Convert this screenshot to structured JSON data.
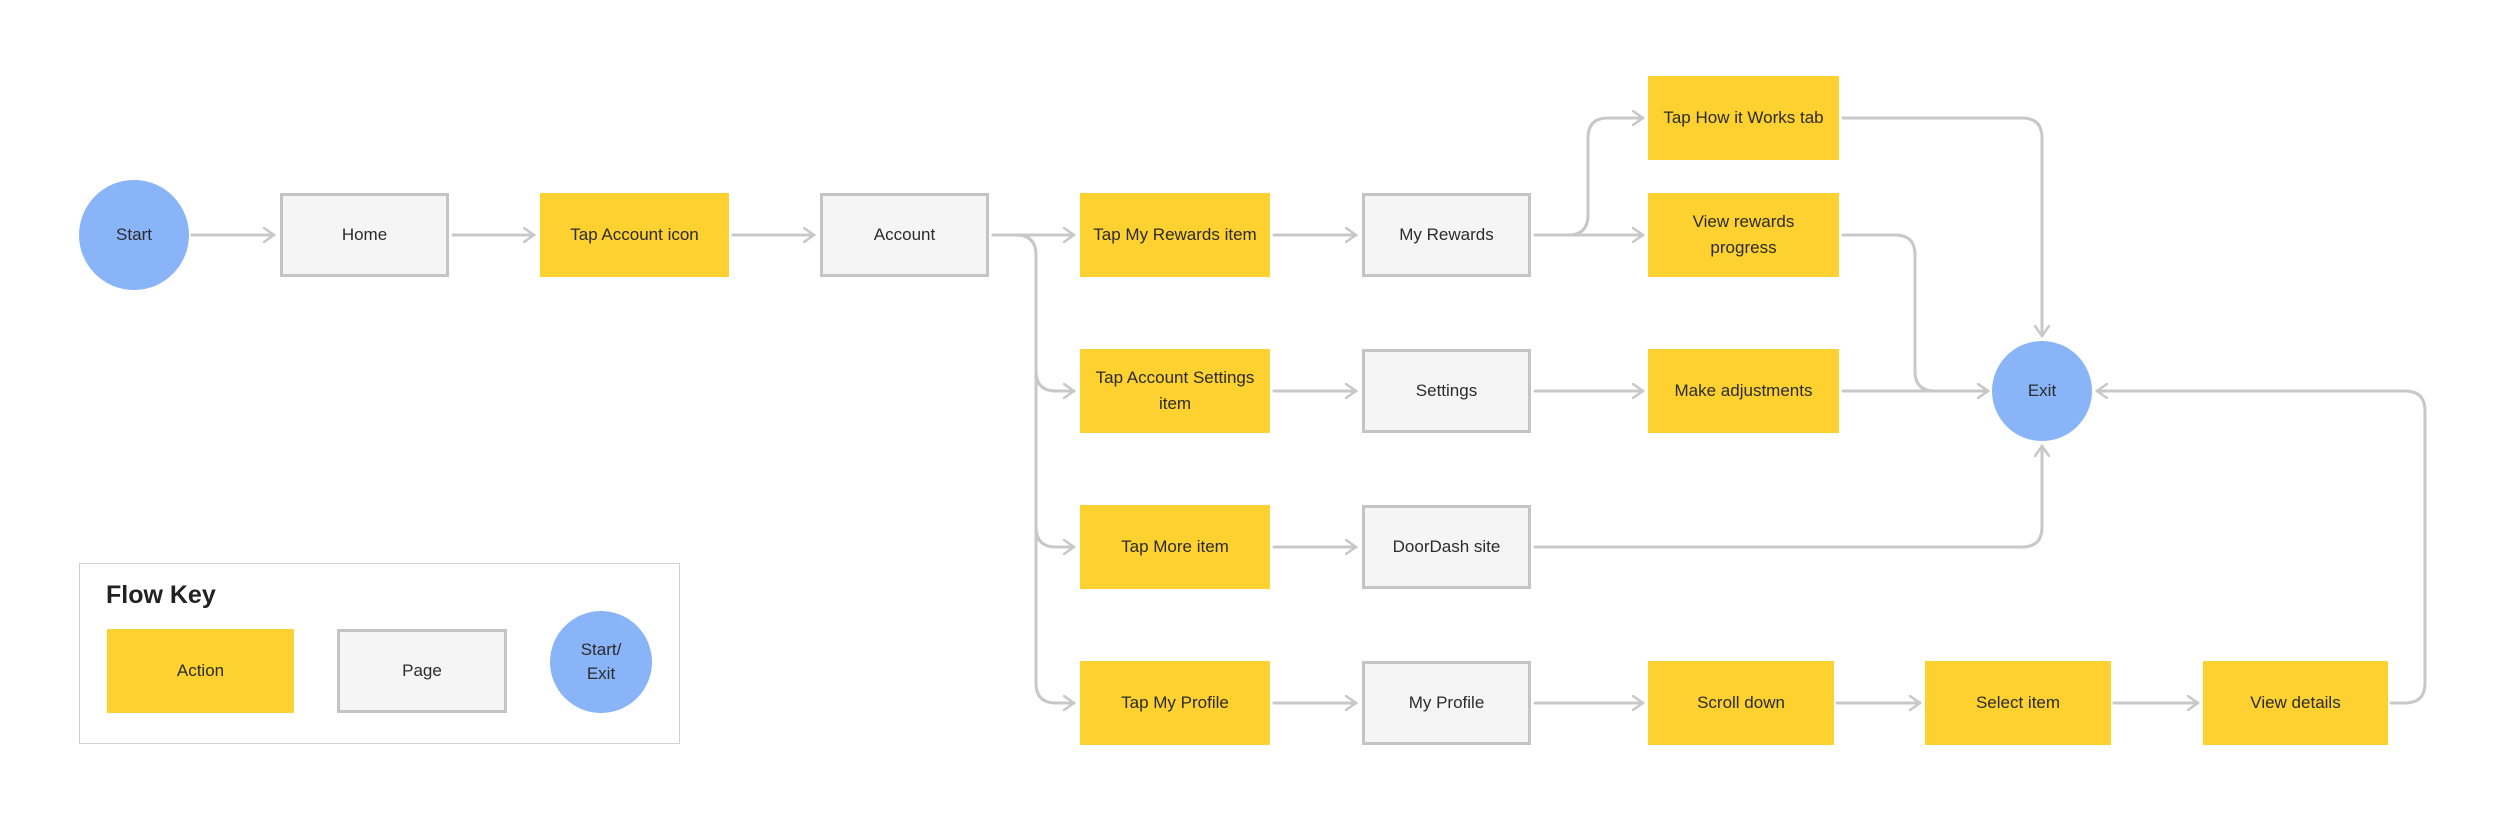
{
  "colors": {
    "action": "#fdd12f",
    "page_fill": "#f5f5f5",
    "page_border": "#c4c4c4",
    "terminal": "#8ab4f8",
    "connector": "#c8c8c8"
  },
  "nodes": {
    "start": "Start",
    "home": "Home",
    "tap_account_icon": "Tap Account icon",
    "account": "Account",
    "tap_my_rewards_item": "Tap My Rewards item",
    "my_rewards": "My Rewards",
    "tap_how_it_works_tab": "Tap How it Works tab",
    "view_rewards_progress": "View rewards progress",
    "tap_account_settings_item": "Tap Account Settings item",
    "settings": "Settings",
    "make_adjustments": "Make adjustments",
    "tap_more_item": "Tap More item",
    "doordash_site": "DoorDash site",
    "tap_my_profile": "Tap My Profile",
    "my_profile": "My Profile",
    "scroll_down": "Scroll down",
    "select_item": "Select item",
    "view_details": "View details",
    "exit": "Exit"
  },
  "legend": {
    "title": "Flow Key",
    "action": "Action",
    "page": "Page",
    "terminal": "Start/ Exit"
  }
}
